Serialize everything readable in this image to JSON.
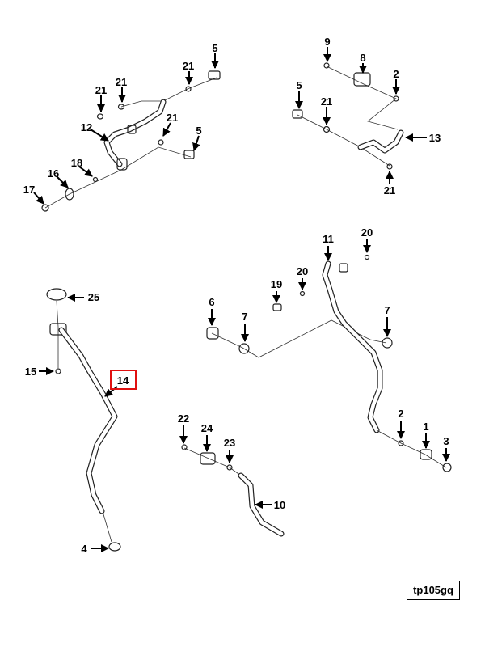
{
  "diagram": {
    "code": "tp105gq",
    "highlighted_callout": "14",
    "highlight_color": "#e01010",
    "callouts": {
      "c1": "1",
      "c2": "2",
      "c3": "3",
      "c4": "4",
      "c5": "5",
      "c6": "6",
      "c7": "7",
      "c8": "8",
      "c9": "9",
      "c10": "10",
      "c11": "11",
      "c12": "12",
      "c13": "13",
      "c14": "14",
      "c15": "15",
      "c16": "16",
      "c17": "17",
      "c18": "18",
      "c19": "19",
      "c20": "20",
      "c21": "21",
      "c22": "22",
      "c23": "23",
      "c24": "24",
      "c25": "25"
    }
  }
}
